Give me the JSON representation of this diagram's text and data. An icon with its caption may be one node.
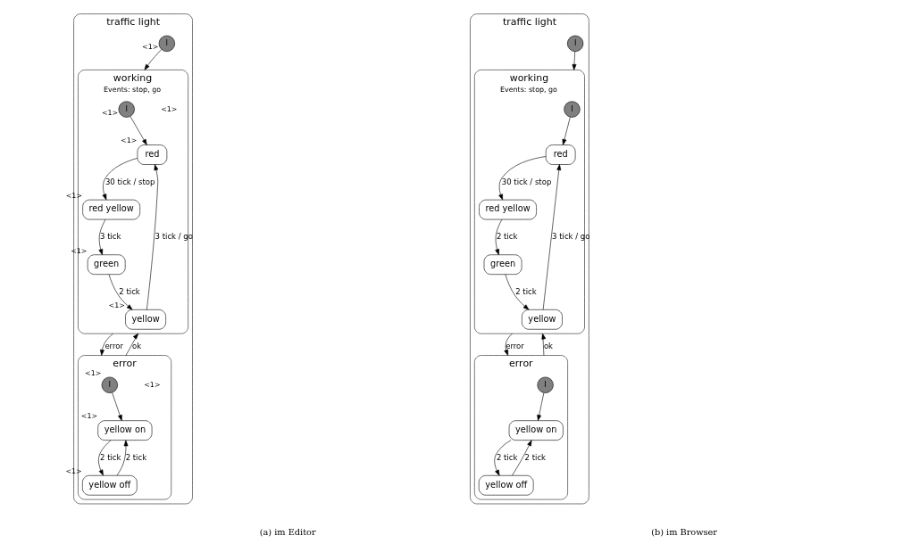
{
  "diagram": {
    "nodes": [
      {
        "text": [
          "traffic light"
        ]
      },
      {
        "text": [
          "I"
        ],
        "in": 0,
        "beside": [
          "<1>"
        ]
      },
      {
        "text": [
          "working",
          "Events: stop, go"
        ],
        "in": 0,
        "beside": [
          "<1>"
        ]
      },
      {
        "text": [
          "I"
        ],
        "in": 2,
        "beside": [
          "<1>"
        ]
      },
      {
        "text": [
          "red yellow"
        ],
        "in": 2,
        "beside": [
          "<1>"
        ]
      },
      {
        "text": [
          "green"
        ],
        "in": 2,
        "beside": [
          "<1>"
        ]
      },
      {
        "text": [
          "red"
        ],
        "in": 2,
        "beside": [
          "<1>"
        ]
      },
      {
        "text": [
          "yellow"
        ],
        "in": 2,
        "beside": [
          "<1>"
        ]
      },
      {
        "text": [
          "error"
        ],
        "in": 0,
        "beside": [
          "<1>"
        ]
      },
      {
        "text": [
          "I"
        ],
        "in": 8,
        "beside": [
          "<1>"
        ]
      },
      {
        "text": [
          "yellow on"
        ],
        "in": 8,
        "beside": [
          "<1>"
        ]
      },
      {
        "text": [
          "yellow off"
        ],
        "in": 8,
        "beside": [
          "<1>"
        ]
      },
      {
        "text": [
          "traffic light"
        ]
      },
      {
        "text": [
          "working",
          "Events: stop, go"
        ],
        "in": 12
      },
      {
        "text": [
          "I"
        ],
        "in": 13
      },
      {
        "text": [
          "red"
        ],
        "in": 13
      },
      {
        "text": [
          "red yellow"
        ],
        "in": 13
      },
      {
        "text": [
          "green"
        ],
        "in": 13
      },
      {
        "text": [
          "yellow"
        ],
        "in": 13
      },
      {
        "text": [
          "I"
        ],
        "in": 12
      },
      {
        "text": [
          "error"
        ],
        "in": 12
      },
      {
        "text": [
          "I"
        ],
        "in": 20
      },
      {
        "text": [
          "yellow on"
        ],
        "in": 20
      },
      {
        "text": [
          "yellow off"
        ],
        "in": 20
      }
    ],
    "edges": [
      {
        "from": 1,
        "to": 2,
        "arrow": "to"
      },
      {
        "from": 3,
        "to": 6,
        "arrow": "to"
      },
      {
        "from": 6,
        "to": 4,
        "arrow": "to",
        "label": "30 tick / stop"
      },
      {
        "from": 4,
        "to": 5,
        "arrow": "to",
        "label": "3 tick"
      },
      {
        "from": 5,
        "to": 7,
        "arrow": "to",
        "label": "2 tick"
      },
      {
        "from": 7,
        "to": 6,
        "arrow": "to",
        "label": "3 tick / go"
      },
      {
        "from": 2,
        "to": 8,
        "arrow": "to",
        "label": "error"
      },
      {
        "from": 8,
        "to": 2,
        "arrow": "to",
        "label": "ok"
      },
      {
        "from": 9,
        "to": 10,
        "arrow": "to"
      },
      {
        "from": 10,
        "to": 11,
        "arrow": "to",
        "label": "2 tick"
      },
      {
        "from": 11,
        "to": 10,
        "arrow": "to",
        "label": "2 tick"
      },
      {
        "from": 14,
        "to": 15,
        "arrow": "to"
      },
      {
        "from": 15,
        "to": 16,
        "arrow": "to",
        "label": "30 tick / stop"
      },
      {
        "from": 16,
        "to": 17,
        "arrow": "to",
        "label": "2 tick"
      },
      {
        "from": 17,
        "to": 18,
        "arrow": "to",
        "label": "2 tick"
      },
      {
        "from": 18,
        "to": 15,
        "arrow": "to",
        "label": "3 tick / go"
      },
      {
        "from": 19,
        "to": 13,
        "arrow": "to"
      },
      {
        "from": 13,
        "to": 20,
        "arrow": "to",
        "label": "error"
      },
      {
        "from": 20,
        "to": 13,
        "arrow": "to",
        "label": "ok"
      },
      {
        "from": 21,
        "to": 22,
        "arrow": "to"
      },
      {
        "from": 22,
        "to": 23,
        "arrow": "to",
        "label": "2 tick"
      },
      {
        "from": 23,
        "to": 22,
        "arrow": "to",
        "label": "2 tick"
      }
    ],
    "labels": [
      "(a) im Editor",
      "(b) im Browser"
    ]
  }
}
